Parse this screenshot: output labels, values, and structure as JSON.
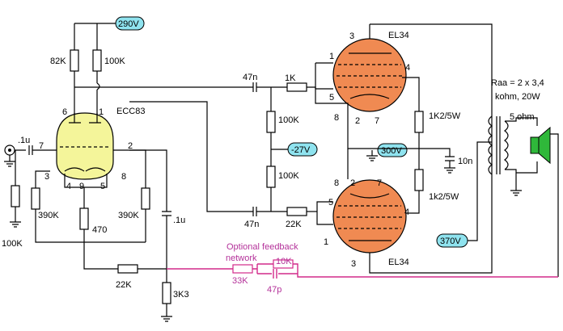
{
  "supplies": {
    "b_plus_pre": "290V",
    "bias": "-27V",
    "screen": "300V",
    "b_plus_out": "370V"
  },
  "tubes": {
    "pre": "ECC83",
    "out_top": "EL34",
    "out_bottom": "EL34"
  },
  "pins": {
    "ecc_6": "6",
    "ecc_1": "1",
    "ecc_7": "7",
    "ecc_2": "2",
    "ecc_3": "3",
    "ecc_4": "4",
    "ecc_9": "9",
    "ecc_5": "5",
    "ecc_8": "8",
    "top_3": "3",
    "top_1": "1",
    "top_4": "4",
    "top_5": "5",
    "top_8": "8",
    "top_2": "2",
    "top_7": "7",
    "bot_8": "8",
    "bot_2": "2",
    "bot_7": "7",
    "bot_5": "5",
    "bot_4": "4",
    "bot_1": "1",
    "bot_3": "3"
  },
  "components": {
    "c_in": ".1u",
    "r_in": "100K",
    "r_plate_left": "82K",
    "r_plate_right": "100K",
    "r_cath_left": "390K",
    "r_cath_right": "390K",
    "r_tail": "470",
    "r_fb_series": "22K",
    "r_fb_shunt": "3K3",
    "c_fb": ".1u",
    "c_couple_top": "47n",
    "r_grid_top": "1K",
    "r_bias_top": "100K",
    "r_bias_bottom": "100K",
    "c_couple_bottom": "47n",
    "r_grid_bottom": "22K",
    "r_screen_top": "1K2/5W",
    "r_screen_bottom": "1k2/5W",
    "c_screen": "10n",
    "raa": "Raa = 2 x 3,4",
    "raa_line2": "kohm, 20W",
    "load": "5 ohm"
  },
  "feedback": {
    "title_line1": "Optional feedback",
    "title_line2": "network",
    "r1": "33K",
    "r2": "10K",
    "c1": "47p"
  },
  "colors": {
    "preamp_tube": "#f4f59a",
    "power_tube": "#f08a52",
    "supply_badge": "#8fe3ef",
    "feedback": "#d22a8a"
  }
}
